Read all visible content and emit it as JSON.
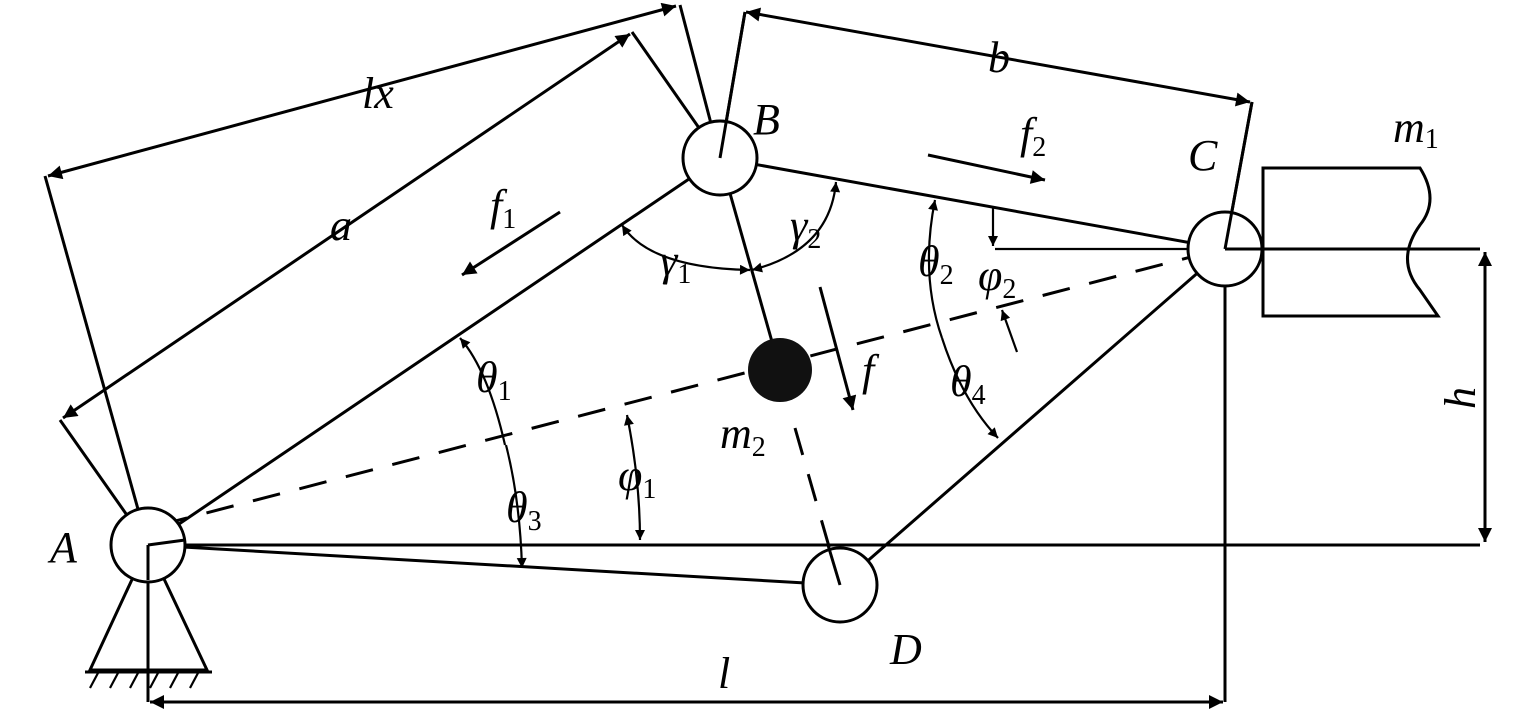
{
  "points": {
    "A": "A",
    "B": "B",
    "C": "C",
    "D": "D"
  },
  "dimensions": {
    "lx": "lx",
    "a": "a",
    "b": "b",
    "h": "h",
    "l": "l"
  },
  "forces": {
    "f": "f",
    "f1": {
      "base": "f",
      "sub": "1"
    },
    "f2": {
      "base": "f",
      "sub": "2"
    }
  },
  "masses": {
    "m1": {
      "base": "m",
      "sub": "1"
    },
    "m2": {
      "base": "m",
      "sub": "2"
    }
  },
  "angles": {
    "theta1": {
      "base": "θ",
      "sub": "1"
    },
    "theta2": {
      "base": "θ",
      "sub": "2"
    },
    "theta3": {
      "base": "θ",
      "sub": "3"
    },
    "theta4": {
      "base": "θ",
      "sub": "4"
    },
    "phi1": {
      "base": "φ",
      "sub": "1"
    },
    "phi2": {
      "base": "φ",
      "sub": "2"
    },
    "gamma1": {
      "base": "γ",
      "sub": "1"
    },
    "gamma2": {
      "base": "γ",
      "sub": "2"
    }
  }
}
